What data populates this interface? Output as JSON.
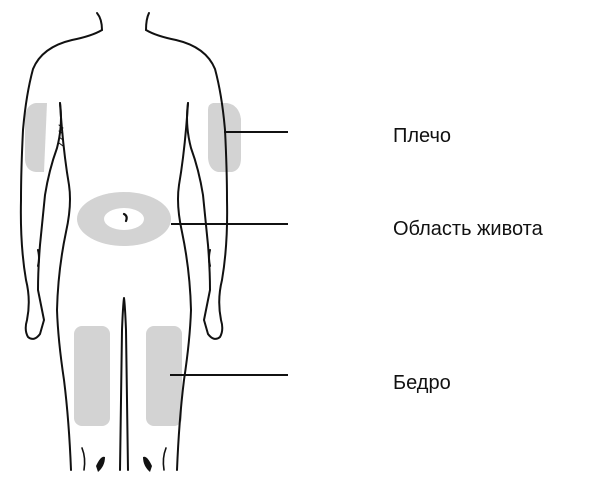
{
  "colors": {
    "background": "#ffffff",
    "outline": "#111111",
    "injection_zone": "#d3d3d3"
  },
  "labels": {
    "shoulder": "Плечо",
    "abdomen": "Область живота",
    "thigh": "Бедро"
  }
}
